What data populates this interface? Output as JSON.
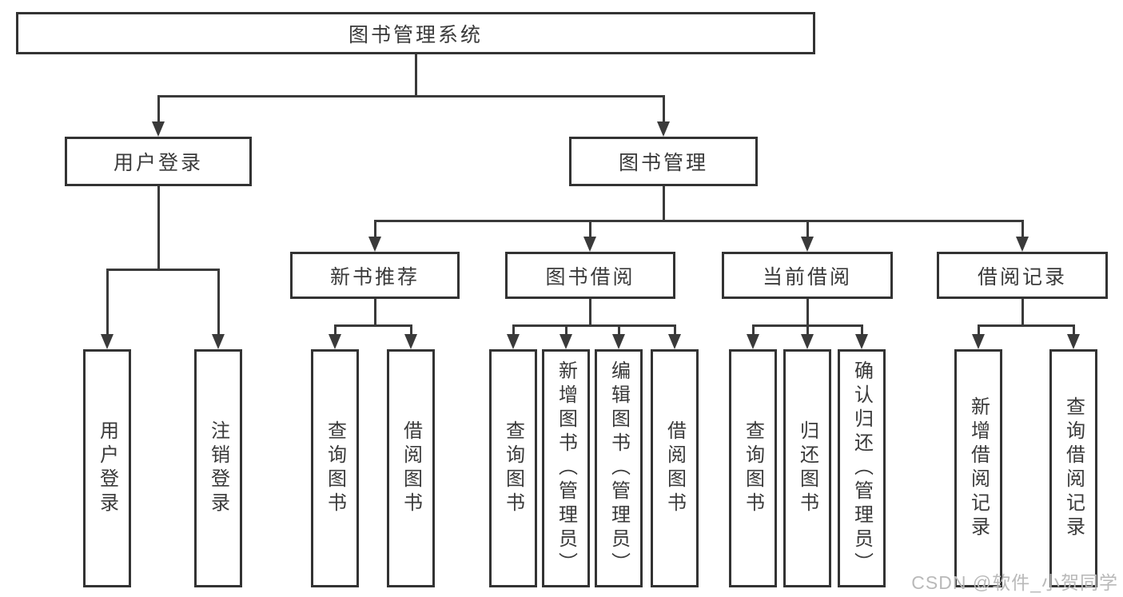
{
  "title": "图书管理系统",
  "nodes": {
    "user_login": "用户登录",
    "book_mgmt": "图书管理",
    "new_book_rec": "新书推荐",
    "book_borrow": "图书借阅",
    "current_borrow": "当前借阅",
    "borrow_records": "借阅记录"
  },
  "leaves": {
    "user_login": [
      "用户登录",
      "注销登录"
    ],
    "new_book_rec": [
      "查询图书",
      "借阅图书"
    ],
    "book_borrow": [
      "查询图书",
      "新增图书（管理员）",
      "编辑图书（管理员）",
      "借阅图书"
    ],
    "current_borrow": [
      "查询图书",
      "归还图书",
      "确认归还（管理员）"
    ],
    "borrow_records": [
      "新增借阅记录",
      "查询借阅记录"
    ]
  },
  "watermark": "CSDN @软件_小贺同学",
  "colors": {
    "line": "#3a3a3a",
    "text": "#3a3a3a",
    "box_fill": "#ffffff",
    "watermark": "#b9b9b9",
    "background": "#ffffff"
  }
}
